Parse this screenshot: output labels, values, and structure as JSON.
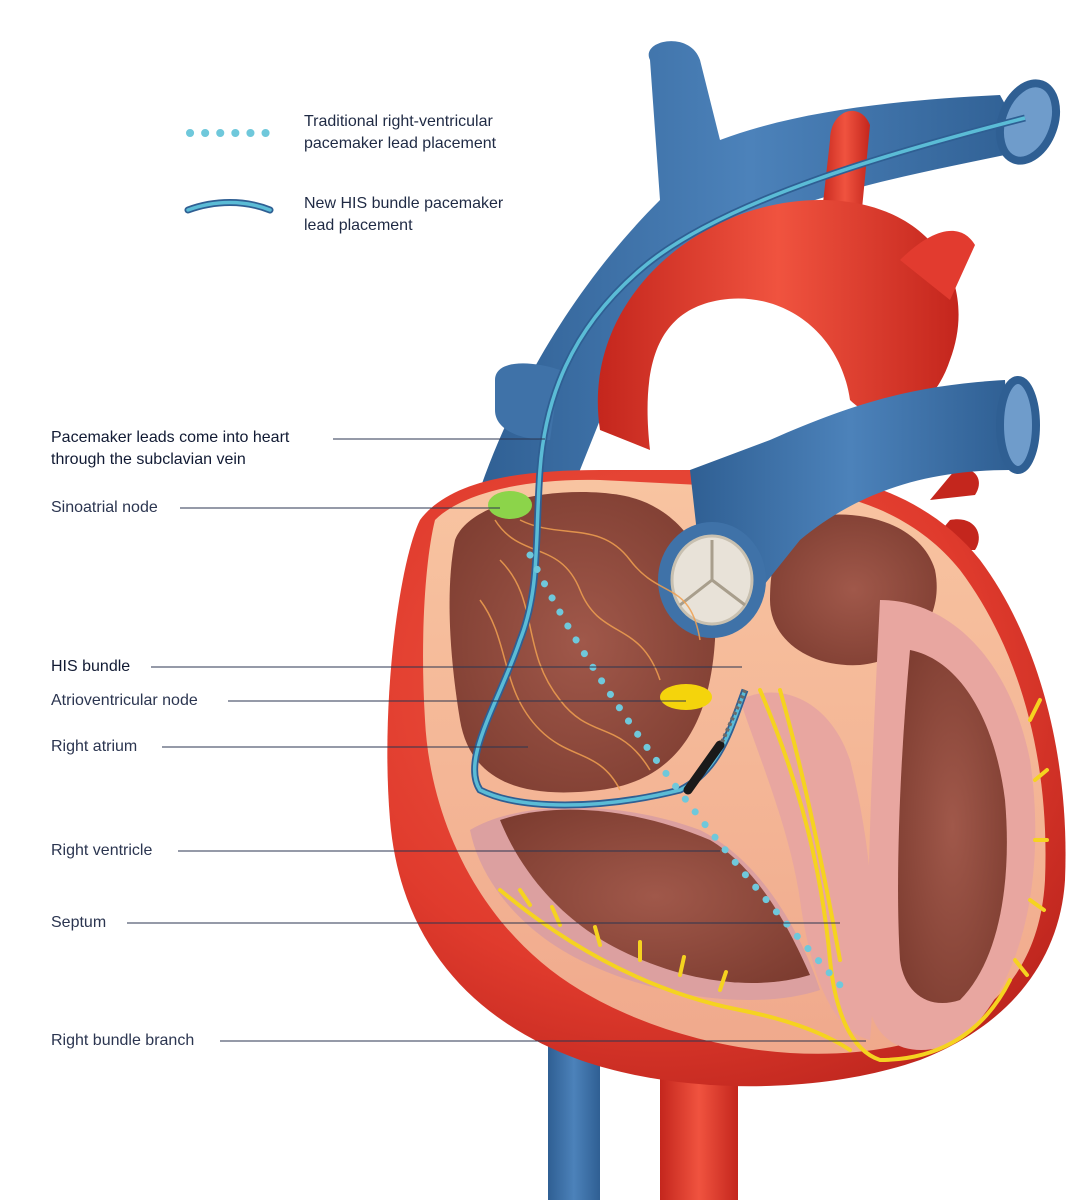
{
  "legend": {
    "traditional": {
      "line1": "Traditional right-ventricular",
      "line2": "pacemaker lead placement"
    },
    "his": {
      "line1": "New HIS bundle pacemaker",
      "line2": "lead placement"
    }
  },
  "labels": {
    "subclavian": {
      "line1": "Pacemaker leads come into heart",
      "line2": "through the subclavian vein"
    },
    "sinoatrial": "Sinoatrial node",
    "his_bundle": "HIS bundle",
    "av_node": "Atrioventricular node",
    "right_atrium": "Right atrium",
    "right_ventricle": "Right ventricle",
    "septum": "Septum",
    "right_bundle_branch": "Right bundle branch"
  },
  "colors": {
    "vein": "#3f72a8",
    "artery": "#e23b2f",
    "muscle": "#f6b893",
    "chamber": "#8e4a3a",
    "his_lead": "#5bbcd6",
    "traditional_lead": "#6fc8db",
    "conduction": "#f5d320",
    "sa_node": "#8cd44a",
    "av_node": "#f4d40c",
    "leader_line": "#2b3550"
  }
}
